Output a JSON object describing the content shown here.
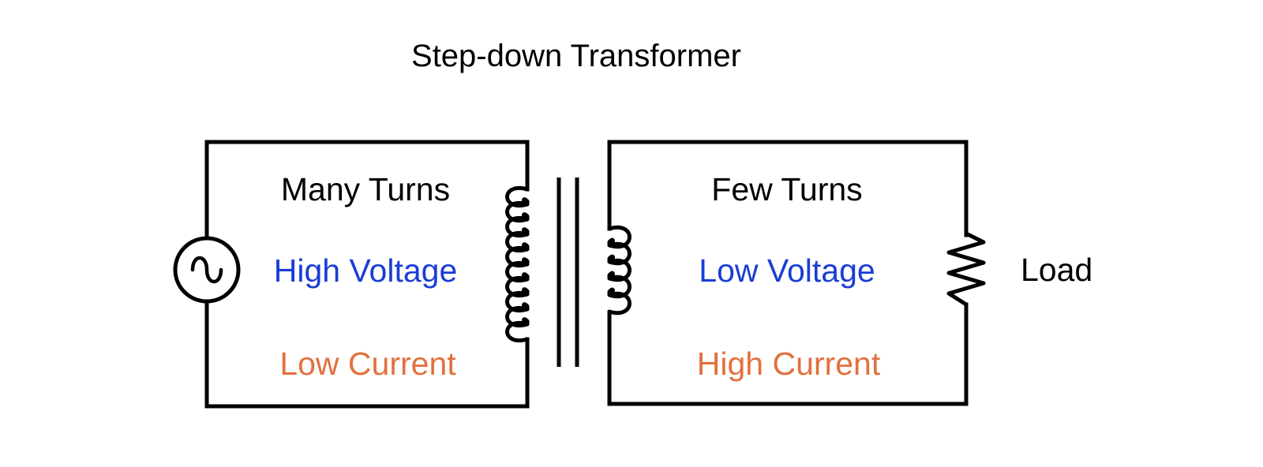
{
  "title": "Step-down Transformer",
  "primary": {
    "turns_label": "Many Turns",
    "voltage_label": "High Voltage",
    "current_label": "Low Current"
  },
  "secondary": {
    "turns_label": "Few Turns",
    "voltage_label": "Low Voltage",
    "current_label": "High Current"
  },
  "load_label": "Load",
  "colors": {
    "voltage": "#1a3dd4",
    "current": "#e2703e",
    "line": "#000000",
    "text": "#000000"
  },
  "icons": {
    "source": "ac-source-icon",
    "load": "resistor-icon",
    "primary_coil": "inductor-coil-icon",
    "secondary_coil": "inductor-coil-icon",
    "core": "transformer-core-icon"
  }
}
